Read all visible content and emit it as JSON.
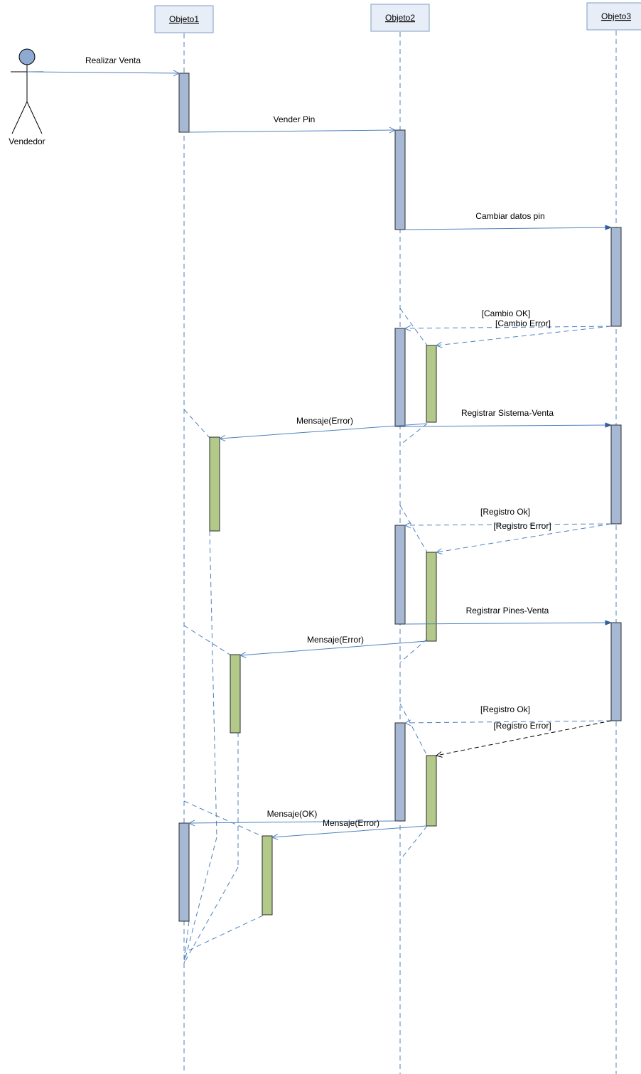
{
  "diagram": {
    "actor": {
      "label": "Vendedor"
    },
    "objects": [
      "Objeto1",
      "Objeto2",
      "Objeto3"
    ],
    "messages": {
      "realizar_venta": "Realizar Venta",
      "vender_pin": "Vender Pin",
      "cambiar_datos_pin": "Cambiar datos pin",
      "cambio_ok": "[Cambio OK]",
      "cambio_error": "[Cambio Error]",
      "registrar_sistema_venta": "Registrar Sistema-Venta",
      "mensaje_error_1": "Mensaje(Error)",
      "registro_ok_1": "[Registro Ok]",
      "registro_error_1": "[Registro Error]",
      "registrar_pines_venta": "Registrar Pines-Venta",
      "mensaje_error_2": "Mensaje(Error)",
      "registro_ok_2": "[Registro Ok]",
      "registro_error_2": "[Registro Error]",
      "mensaje_ok": "Mensaje(OK)",
      "mensaje_error_3": "Mensaje(Error)"
    }
  }
}
